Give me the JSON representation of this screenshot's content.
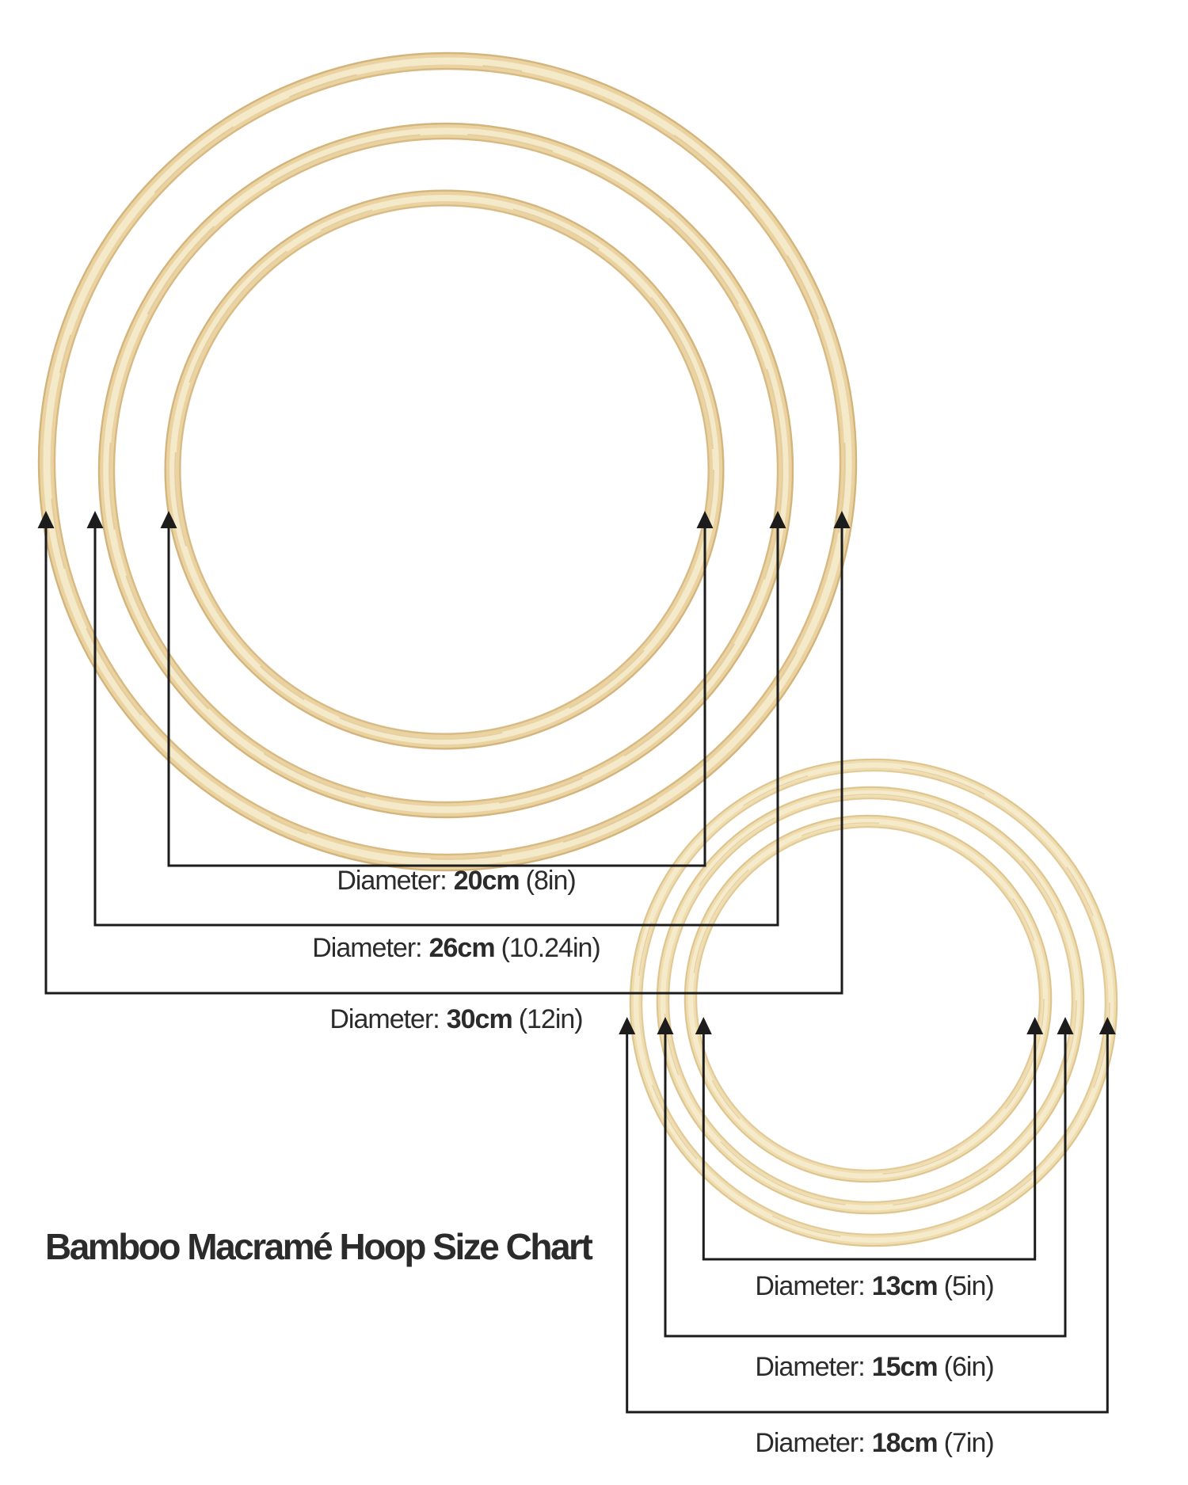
{
  "title": "Bamboo Macramé Hoop Size Chart",
  "large_hoops": [
    {
      "prefix": "Diameter:",
      "metric": "20cm",
      "imperial": "(8in)"
    },
    {
      "prefix": "Diameter:",
      "metric": "26cm",
      "imperial": "(10.24in)"
    },
    {
      "prefix": "Diameter:",
      "metric": "30cm",
      "imperial": "(12in)"
    }
  ],
  "small_hoops": [
    {
      "prefix": "Diameter:",
      "metric": "13cm",
      "imperial": "(5in)"
    },
    {
      "prefix": "Diameter:",
      "metric": "15cm",
      "imperial": "(6in)"
    },
    {
      "prefix": "Diameter:",
      "metric": "18cm",
      "imperial": "(7in)"
    }
  ],
  "colors": {
    "bamboo_base": "#ead3a1",
    "bamboo_base_small": "#efddb0",
    "bamboo_light": "#f6eccf",
    "bamboo_edge": "#cfae74",
    "bamboo_edge_small": "#dcc28b",
    "bamboo_grain": "#d6b67c",
    "line_color": "#1c1c1c",
    "text_color": "#2b2b2b",
    "background": "#ffffff"
  }
}
